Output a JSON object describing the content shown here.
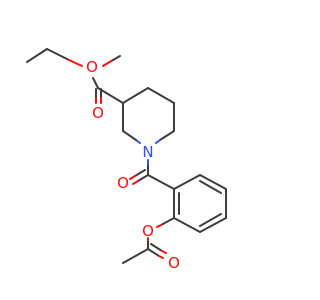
{
  "molecule": {
    "atoms": [
      {
        "id": "o_ester_ether",
        "symbol": "O",
        "color": "#ff0d0d"
      },
      {
        "id": "o_ester_carbonyl",
        "symbol": "O",
        "color": "#ff0d0d"
      },
      {
        "id": "n_piperidine",
        "symbol": "N",
        "color": "#3050f8"
      },
      {
        "id": "o_amide",
        "symbol": "O",
        "color": "#ff0d0d"
      },
      {
        "id": "o_acetoxy_ether",
        "symbol": "O",
        "color": "#ff0d0d"
      },
      {
        "id": "o_acetoxy_carbonyl",
        "symbol": "O",
        "color": "#ff0d0d"
      }
    ],
    "colors": {
      "bond": "#3d3d3d",
      "oxygen": "#ff0d0d",
      "nitrogen": "#3050f8",
      "background": "#ffffff"
    }
  }
}
